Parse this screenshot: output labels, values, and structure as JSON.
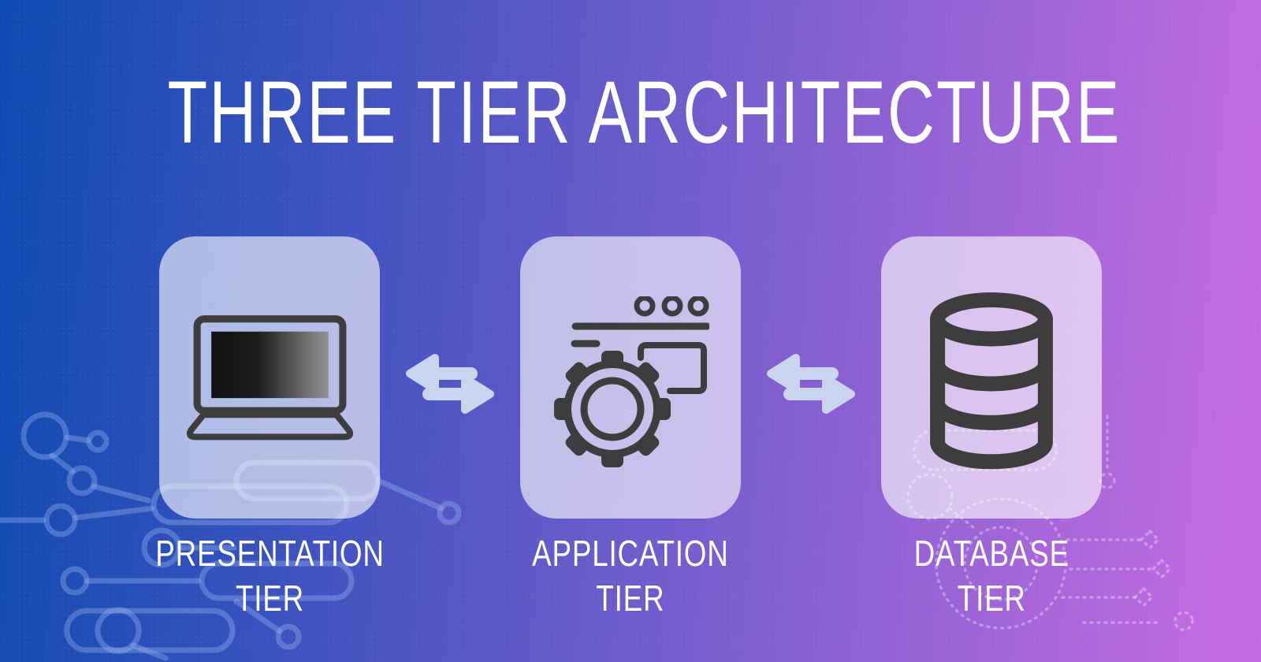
{
  "title": "THREE TIER ARCHITECTURE",
  "tiers": [
    {
      "id": "presentation",
      "label_line1": "PRESENTATION",
      "label_line2": "TIER",
      "icon": "laptop-icon"
    },
    {
      "id": "application",
      "label_line1": "APPLICATION",
      "label_line2": "TIER",
      "icon": "gear-browser-icon"
    },
    {
      "id": "database",
      "label_line1": "DATABASE",
      "label_line2": "TIER",
      "icon": "database-icon"
    }
  ],
  "connectors": [
    {
      "between": [
        "presentation",
        "application"
      ],
      "icon": "bidirectional-arrows-icon"
    },
    {
      "between": [
        "application",
        "database"
      ],
      "icon": "bidirectional-arrows-icon"
    }
  ],
  "colors": {
    "background_gradient_start": "#0d4ab2",
    "background_gradient_end": "#c76ce2",
    "card_fill": "rgba(255,255,255,0.62)",
    "icon_stroke": "#3d3d3d",
    "arrow_fill": "#c9d4ee",
    "title_text": "#ffffff",
    "label_text": "#ffffff"
  }
}
